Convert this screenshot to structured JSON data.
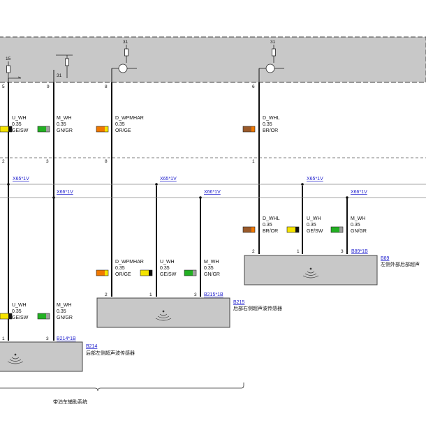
{
  "wires": [
    {
      "id": "w1",
      "upper_pin": "5",
      "mid_pin": "2",
      "signal": "U_WH",
      "size": "0.35",
      "color": "GE/SW"
    },
    {
      "id": "w2",
      "upper_pin": "9",
      "mid_pin": "3",
      "signal": "M_WH",
      "size": "0.35",
      "color": "GN/GR"
    },
    {
      "id": "w3",
      "upper_pin": "8",
      "mid_pin": "8",
      "signal": "D_WPMHAR",
      "size": "0.35",
      "color": "OR/GE"
    },
    {
      "id": "w4",
      "upper_pin": "6",
      "mid_pin": "1",
      "signal": "D_WHL",
      "size": "0.35",
      "color": "BR/OR"
    }
  ],
  "power_labels": {
    "p15": "15",
    "p31a": "31",
    "p31b": "31",
    "p31c": "31"
  },
  "splices": {
    "x65a": "X65*1V",
    "x66a": "X66*1V",
    "x65b": "X65*1V",
    "x66b": "X66*1V",
    "x65c": "X65*1V",
    "x66c": "X66*1V"
  },
  "sensors": [
    {
      "id": "B214",
      "connector": "B214*1B",
      "name": "后部左侧超声波传感器",
      "pins": [
        "1",
        "3"
      ],
      "wires": [
        {
          "signal": "U_WH",
          "size": "0.35",
          "color": "GE/SW"
        },
        {
          "signal": "M_WH",
          "size": "0.35",
          "color": "GN/GR"
        }
      ]
    },
    {
      "id": "B215",
      "connector": "B215*1B",
      "name": "后部右侧超声波传感器",
      "pins": [
        "2",
        "1",
        "3"
      ],
      "wires": [
        {
          "signal": "D_WPMHAR",
          "size": "0.35",
          "color": "OR/GE"
        },
        {
          "signal": "U_WH",
          "size": "0.35",
          "color": "GE/SW"
        },
        {
          "signal": "M_WH",
          "size": "0.35",
          "color": "GN/GR"
        }
      ]
    },
    {
      "id": "B89",
      "connector": "B89*1B",
      "name": "左侧外部后部超声",
      "pins": [
        "2",
        "1",
        "3"
      ],
      "wires": [
        {
          "signal": "D_WHL",
          "size": "0.35",
          "color": "BR/OR"
        },
        {
          "signal": "U_WH",
          "size": "0.35",
          "color": "GE/SW"
        },
        {
          "signal": "M_WH",
          "size": "0.35",
          "color": "GN/GR"
        }
      ]
    }
  ],
  "system_caption": "带泊车辅助系统",
  "colors": {
    "GE/SW": [
      "#f5e400",
      "#111111"
    ],
    "GN/GR": [
      "#22b022",
      "#a0a0a0"
    ],
    "OR/GE": [
      "#f07800",
      "#f5e400"
    ],
    "BR/OR": [
      "#9a5a2a",
      "#f07800"
    ],
    "module": "#c8c8c8",
    "link": "#1a1acc"
  }
}
